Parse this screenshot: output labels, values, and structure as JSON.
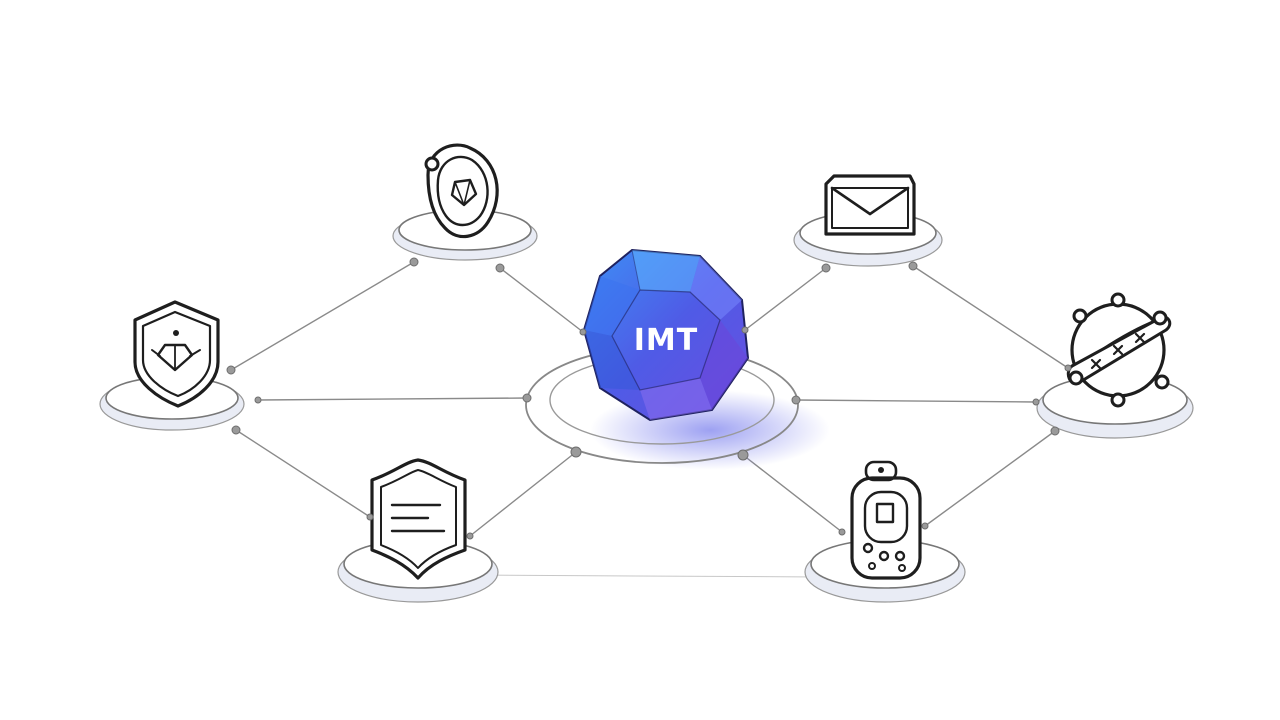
{
  "center": {
    "label": "IMT",
    "accent": "#4a55e0",
    "accent_light": "#7f8cff",
    "glow": "#8d8ff0"
  },
  "nodes": [
    {
      "id": "shield-token",
      "icon": "shield-emblem-icon"
    },
    {
      "id": "tag-crystal",
      "icon": "crystal-tag-icon"
    },
    {
      "id": "document-shield",
      "icon": "document-shield-icon"
    },
    {
      "id": "envelope",
      "icon": "envelope-icon"
    },
    {
      "id": "orbit-satellite",
      "icon": "satellite-orbit-icon"
    },
    {
      "id": "remote-device",
      "icon": "remote-device-icon"
    }
  ]
}
